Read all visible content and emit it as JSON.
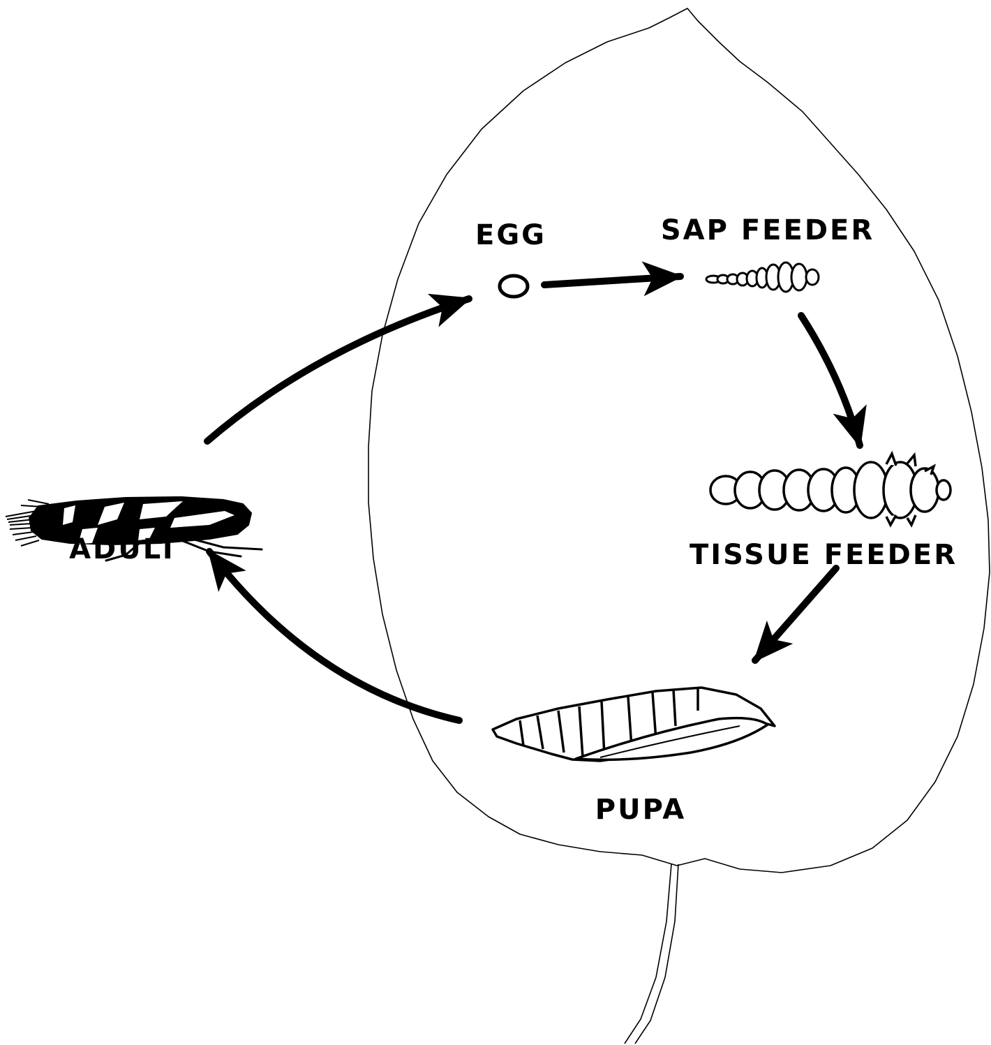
{
  "colors": {
    "ink": "#000000",
    "paper": "#ffffff"
  },
  "stages": {
    "egg": {
      "label": "EGG",
      "icon": "egg-icon"
    },
    "sap_feeder": {
      "label": "SAP FEEDER",
      "icon": "sap-feeder-larva-icon"
    },
    "tissue_feeder": {
      "label": "TISSUE FEEDER",
      "icon": "tissue-feeder-larva-icon"
    },
    "pupa": {
      "label": "PUPA",
      "icon": "pupa-icon"
    },
    "adult": {
      "label": "ADULT",
      "icon": "adult-moth-icon"
    }
  },
  "cycle_order": [
    "ADULT",
    "EGG",
    "SAP FEEDER",
    "TISSUE FEEDER",
    "PUPA",
    "ADULT"
  ]
}
